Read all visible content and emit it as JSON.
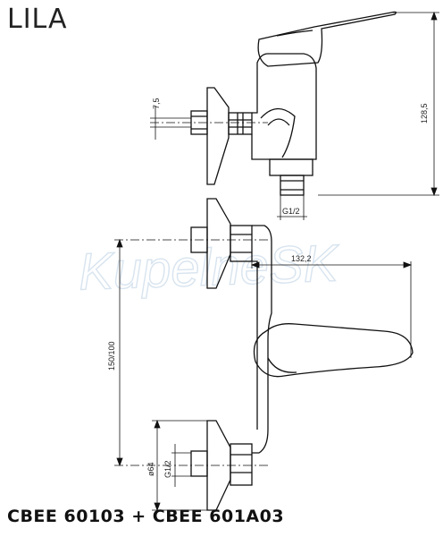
{
  "title": "LILA",
  "footer": "CBEE 60103 + CBEE 601A03",
  "watermark": "KupelneSK",
  "dimensions": {
    "height_top": "128,5",
    "offset_small": "7,5",
    "thread_top": "G1/2",
    "reach": "132,2",
    "spacing": "150/100",
    "rosette_dia": "ø64",
    "thread_bottom": "G1/2"
  }
}
